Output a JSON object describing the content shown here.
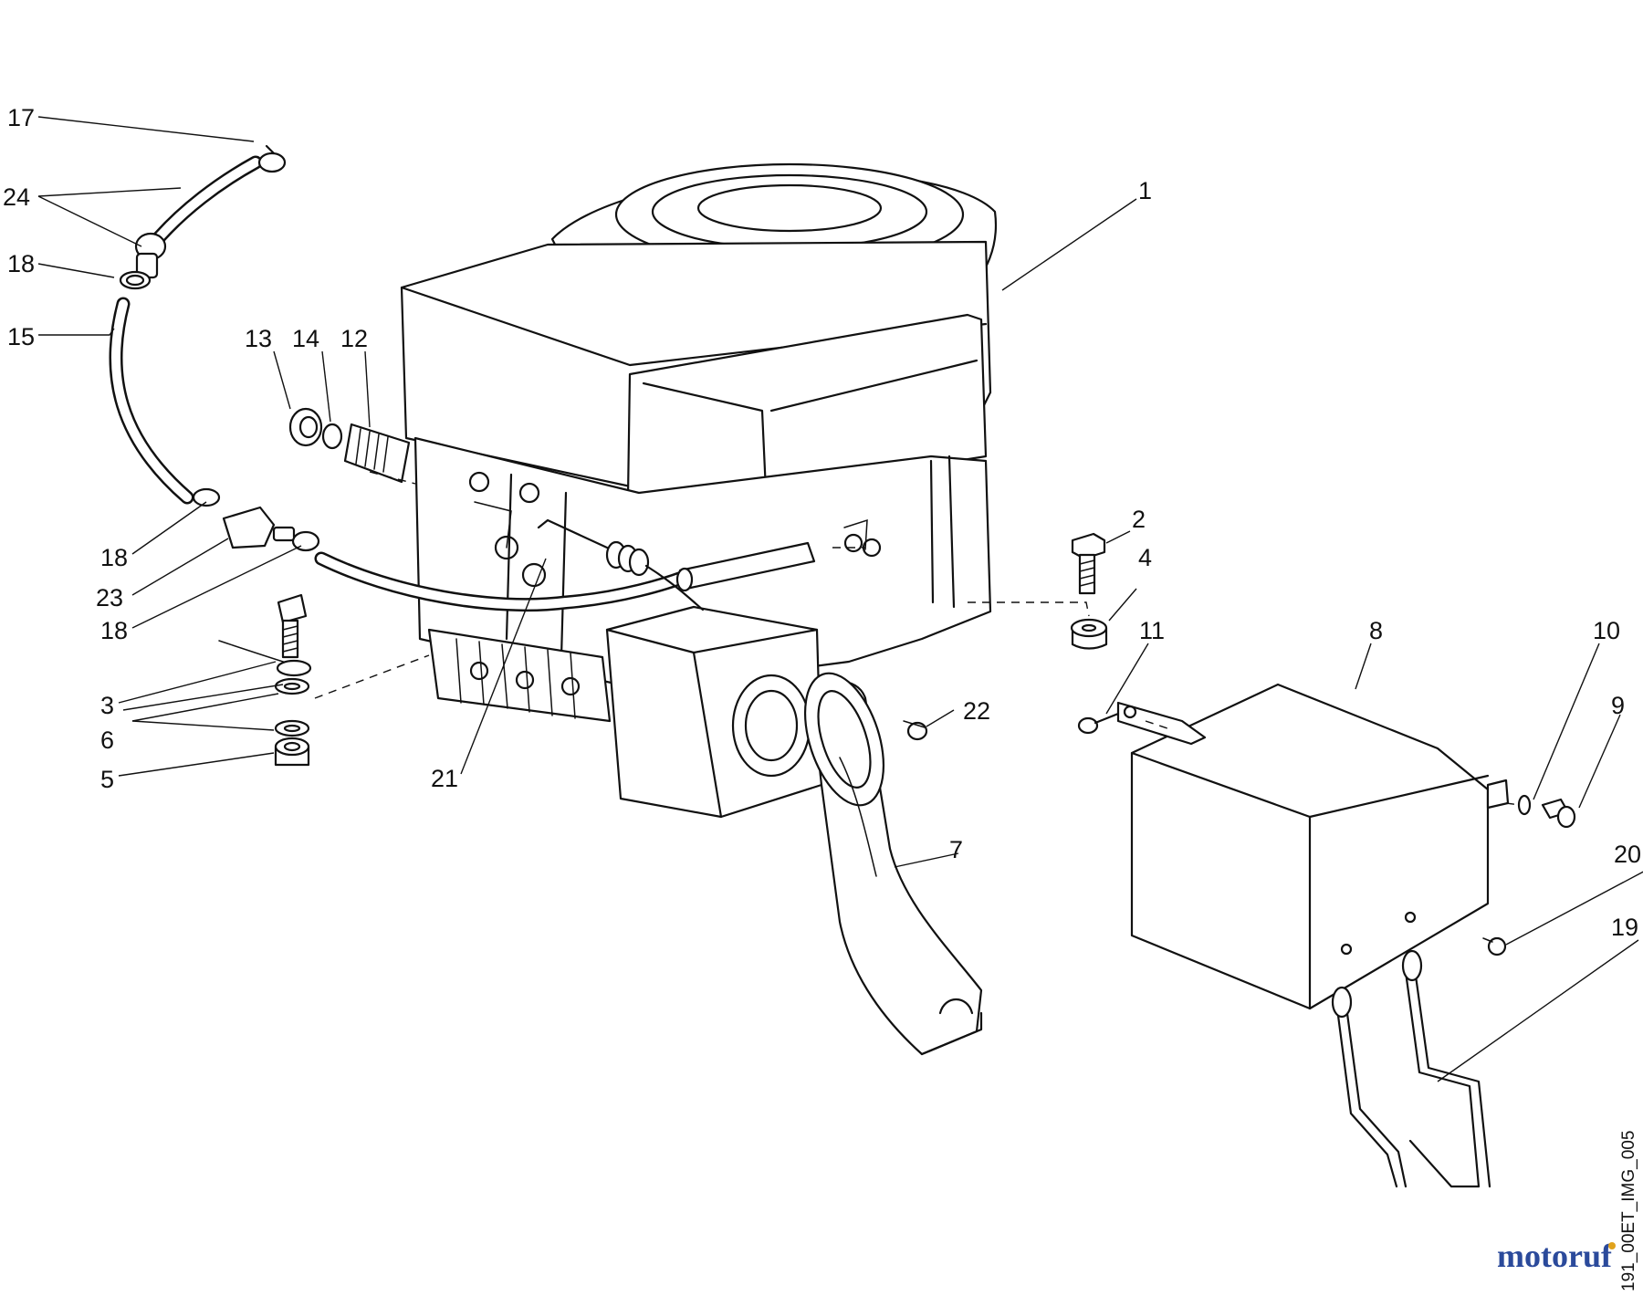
{
  "callouts": {
    "c1": "1",
    "c2": "2",
    "c3": "3",
    "c4": "4",
    "c5": "5",
    "c6": "6",
    "c7": "7",
    "c8": "8",
    "c9": "9",
    "c10": "10",
    "c11": "11",
    "c12": "12",
    "c13": "13",
    "c14": "14",
    "c15": "15",
    "c17": "17",
    "c18a": "18",
    "c18b": "18",
    "c18c": "18",
    "c19": "19",
    "c20": "20",
    "c21": "21",
    "c22": "22",
    "c23": "23",
    "c24": "24"
  },
  "drawing_code": "191_00ET_IMG_005",
  "watermark": {
    "text": "motoruf",
    "colors": [
      "#2b4a9b",
      "#e0a21c"
    ]
  }
}
